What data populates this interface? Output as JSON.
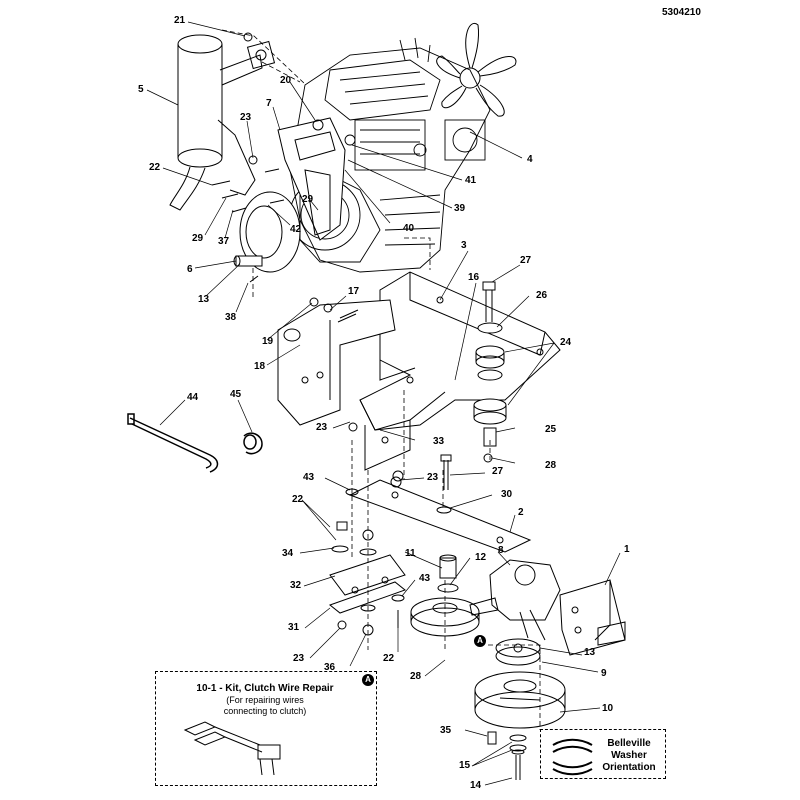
{
  "doc_number": "5304210",
  "callout_letter": "A",
  "kit": {
    "title": "10-1 - Kit, Clutch Wire Repair",
    "line1": "(For repairing wires",
    "line2": "connecting to clutch)"
  },
  "washer_note": {
    "line1": "Belleville",
    "line2": "Washer",
    "line3": "Orientation"
  },
  "labels": {
    "l21": "21",
    "l5": "5",
    "l20": "20",
    "l7": "7",
    "l23a": "23",
    "l22a": "22",
    "l29a": "29",
    "l29b": "29",
    "l37": "37",
    "l42": "42",
    "l6": "6",
    "l13a": "13",
    "l38": "38",
    "l4": "4",
    "l41": "41",
    "l39": "39",
    "l40": "40",
    "l3": "3",
    "l16": "16",
    "l27a": "27",
    "l26": "26",
    "l24": "24",
    "l17": "17",
    "l19": "19",
    "l18": "18",
    "l44": "44",
    "l45": "45",
    "l23b": "23",
    "l33": "33",
    "l25": "25",
    "l28a": "28",
    "l27b": "27",
    "l43a": "43",
    "l23c": "23",
    "l30": "30",
    "l2": "2",
    "l22b": "22",
    "l34": "34",
    "l32": "32",
    "l11": "11",
    "l12": "12",
    "l8": "8",
    "l1": "1",
    "l43b": "43",
    "l31": "31",
    "l22c": "22",
    "l23d": "23",
    "l36": "36",
    "l28b": "28",
    "l13b": "13",
    "l9": "9",
    "l10": "10",
    "l35": "35",
    "l15": "15",
    "l14": "14"
  }
}
